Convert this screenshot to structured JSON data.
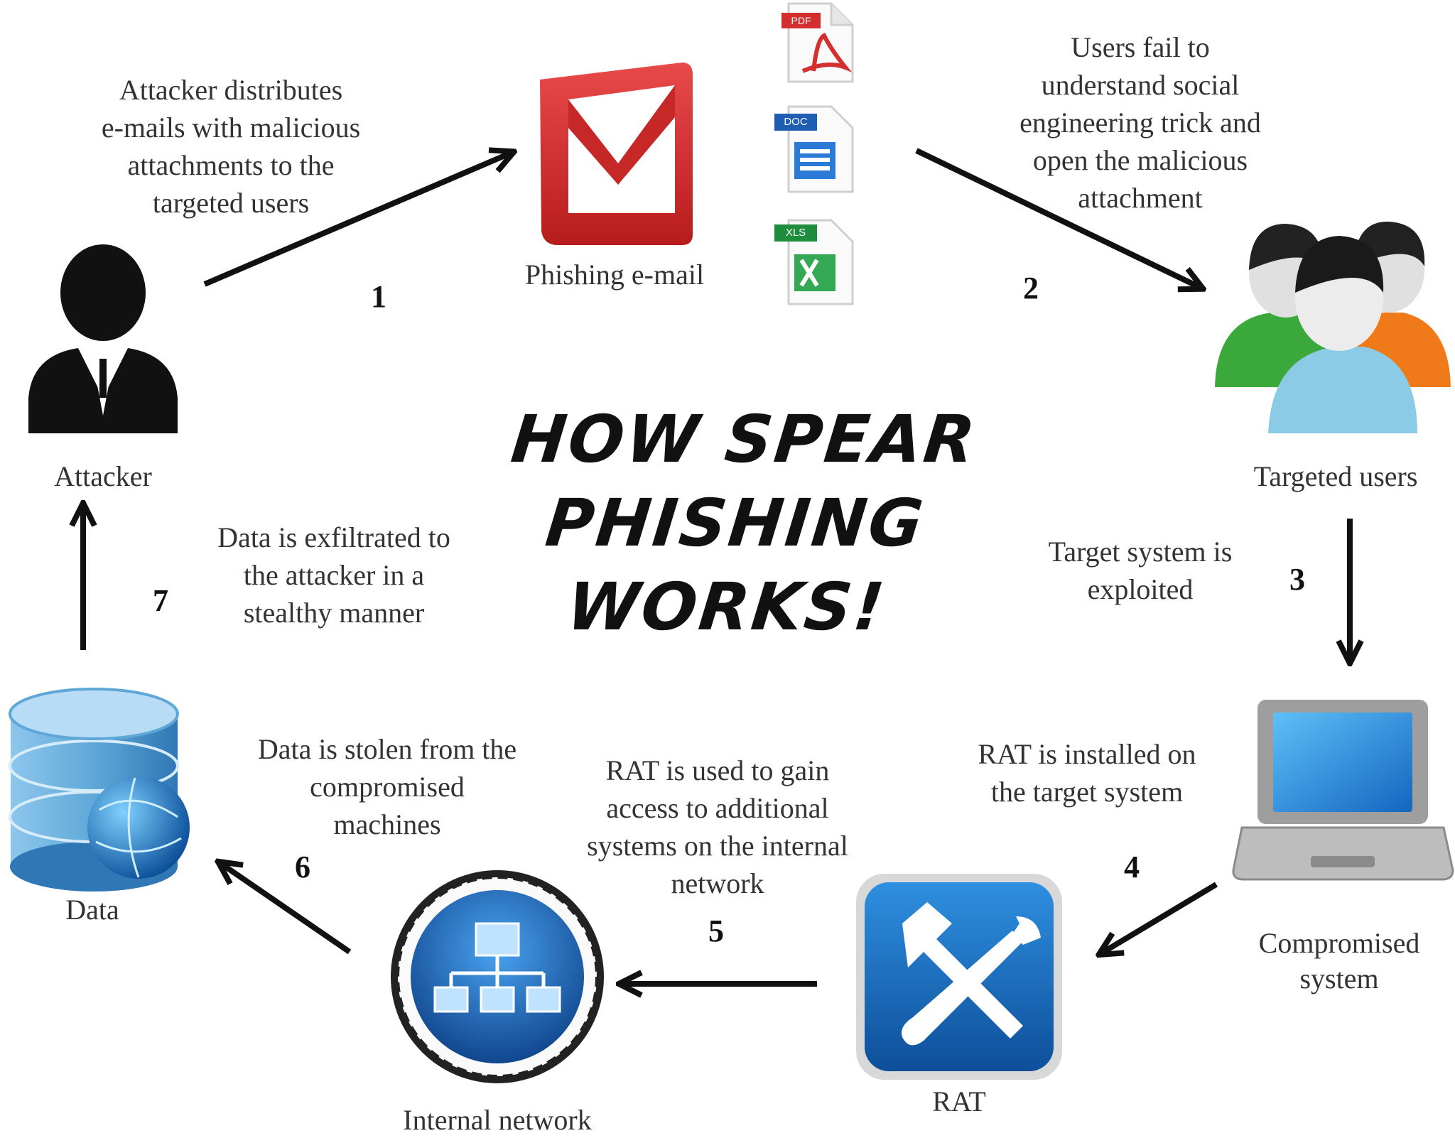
{
  "title": {
    "line1": "HOW SPEAR PHISHING",
    "line2": "WORKS!"
  },
  "nodes": {
    "attacker": "Attacker",
    "phishing_email": "Phishing e-mail",
    "targeted_users": "Targeted users",
    "compromised_system": "Compromised\nsystem",
    "rat": "RAT",
    "internal_network": "Internal network",
    "data": "Data"
  },
  "file_tags": {
    "pdf": "PDF",
    "doc": "DOC",
    "xls": "XLS"
  },
  "steps": [
    {
      "num": "1",
      "text": "Attacker distributes\ne-mails with malicious\nattachments to the\ntargeted users"
    },
    {
      "num": "2",
      "text": "Users fail to\nunderstand social\nengineering trick and\nopen the malicious\nattachment"
    },
    {
      "num": "3",
      "text": "Target system is\nexploited"
    },
    {
      "num": "4",
      "text": "RAT is installed on\nthe target system"
    },
    {
      "num": "5",
      "text": "RAT is used to gain\naccess to additional\nsystems on the internal\nnetwork"
    },
    {
      "num": "6",
      "text": "Data is stolen from the\ncompromised\nmachines"
    },
    {
      "num": "7",
      "text": "Data is exfiltrated to\nthe attacker in a\nstealthy manner"
    }
  ],
  "colors": {
    "arrow": "#111111",
    "email_red": "#d32f2f",
    "user_green": "#3aa83a",
    "user_orange": "#f07a1a",
    "user_blue": "#8ccbe6",
    "rat_blue": "#1a6fc0",
    "screen_blue": "#1e88e5",
    "network_blue": "#1e6fc8",
    "data_blue": "#5ea8d8"
  }
}
